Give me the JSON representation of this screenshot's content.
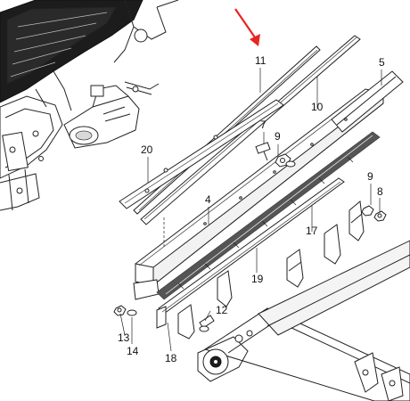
{
  "callouts": {
    "c4": "4",
    "c5": "5",
    "c7": "7",
    "c8": "8",
    "c9a": "9",
    "c9b": "9",
    "c10": "10",
    "c11": "11",
    "c12": "12",
    "c13": "13",
    "c14": "14",
    "c17": "17",
    "c18": "18",
    "c19": "19",
    "c20": "20"
  },
  "colors": {
    "arrow": "#e8251f",
    "line": "#222222",
    "fill_dark": "#1c1c1c"
  }
}
